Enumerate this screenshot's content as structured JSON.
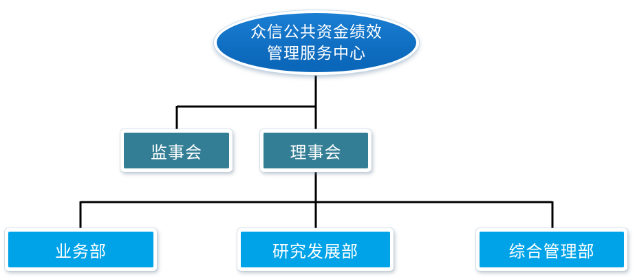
{
  "diagram": {
    "type": "org-chart",
    "nodes": {
      "root": {
        "label_line1": "众信公共资金绩效",
        "label_line2": "管理服务中心"
      },
      "level2": [
        {
          "label": "监事会"
        },
        {
          "label": "理事会"
        }
      ],
      "level3": [
        {
          "label": "业务部"
        },
        {
          "label": "研究发展部"
        },
        {
          "label": "综合管理部"
        }
      ]
    },
    "colors": {
      "root_fill_top": "#1a7ed2",
      "root_fill_bottom": "#0b67ba",
      "level2_fill": "#337e95",
      "level3_fill": "#00a3e8",
      "connector": "#000000",
      "text": "#ffffff"
    }
  }
}
